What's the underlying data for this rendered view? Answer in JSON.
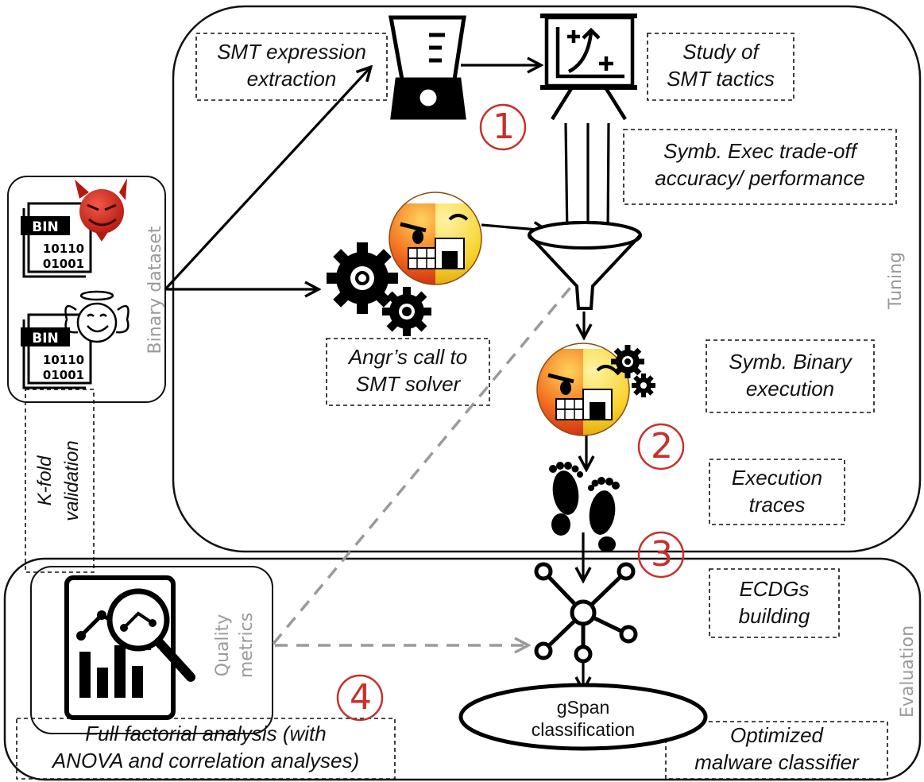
{
  "notes": {
    "smt_extraction": [
      "SMT expression",
      "extraction"
    ],
    "smt_tactics": [
      "Study of",
      "SMT tactics"
    ],
    "tradeoff": [
      "Symb. Exec trade-off",
      "accuracy/ performance"
    ],
    "angr_call": [
      "Angr’s call to",
      "SMT solver"
    ],
    "symb_binary": [
      "Symb. Binary",
      "execution"
    ],
    "exec_traces": [
      "Execution",
      "traces"
    ],
    "ecdgs": [
      "ECDGs",
      "building"
    ],
    "factorial": [
      "Full factorial analysis (with",
      "ANOVA and correlation analyses)"
    ],
    "optimized": [
      "Optimized",
      "malware classifier"
    ],
    "kfold": [
      "K-fold",
      "validation"
    ]
  },
  "labels": {
    "binary_dataset": "Binary dataset",
    "tuning": "Tuning",
    "evaluation": "Evaluation",
    "quality_metrics": [
      "Quality",
      "metrics"
    ],
    "gspan": [
      "gSpan",
      "classification"
    ]
  },
  "binaries": {
    "tag": "BIN",
    "bits": [
      "10110",
      "01001"
    ]
  },
  "steps": [
    "1",
    "2",
    "3",
    "4"
  ],
  "colors": {
    "step_red": "#c7312b",
    "label_gray": "#9a9a9a",
    "dashed_arrow": "#9a9a9a",
    "devil_red": "#d42b1e",
    "emoji_yellow": "#f5c518"
  },
  "icons": [
    "blender-icon",
    "whiteboard-chart-icon",
    "funnel-icon",
    "gears-icon",
    "split-face-emoji-icon",
    "devil-icon",
    "angel-icon",
    "footprints-icon",
    "graph-network-icon",
    "analytics-magnifier-icon"
  ]
}
